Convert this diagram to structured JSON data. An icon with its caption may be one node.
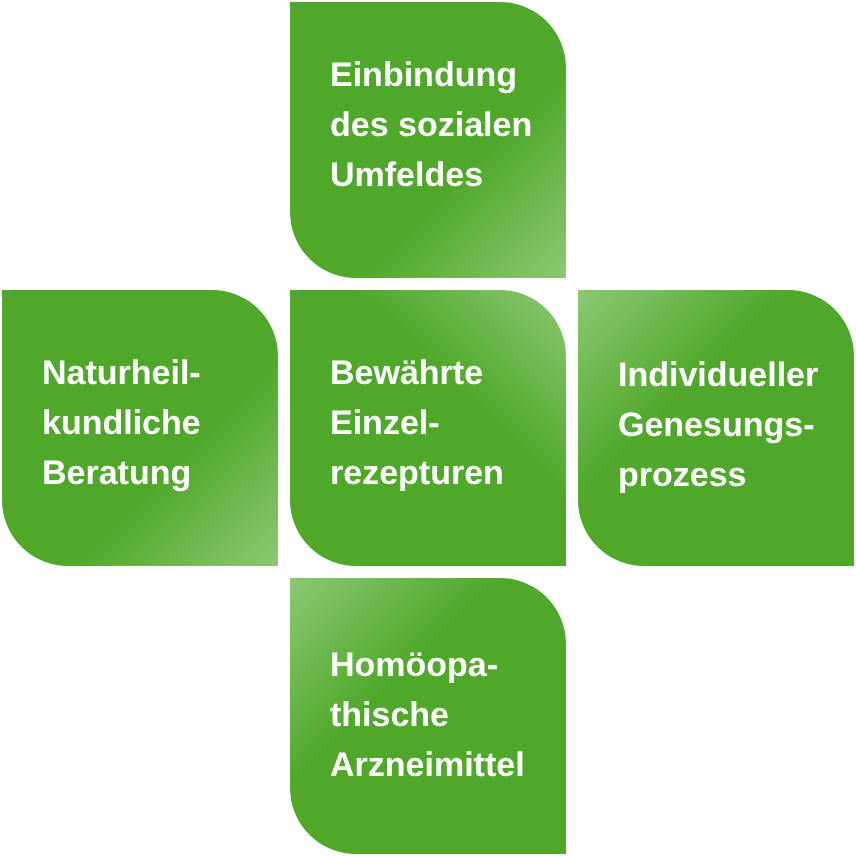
{
  "diagram": {
    "nodes": [
      {
        "text": [
          "Einbindung des sozialen Umfeldes"
        ]
      },
      {
        "text": [
          "Naturheil- kundliche Beratung"
        ]
      },
      {
        "text": [
          "Bewährte Einzel- rezepturen"
        ]
      },
      {
        "text": [
          "Individueller Genesungs- prozess"
        ]
      },
      {
        "text": [
          "Homöopa- thische Arzneimittel"
        ]
      }
    ]
  }
}
